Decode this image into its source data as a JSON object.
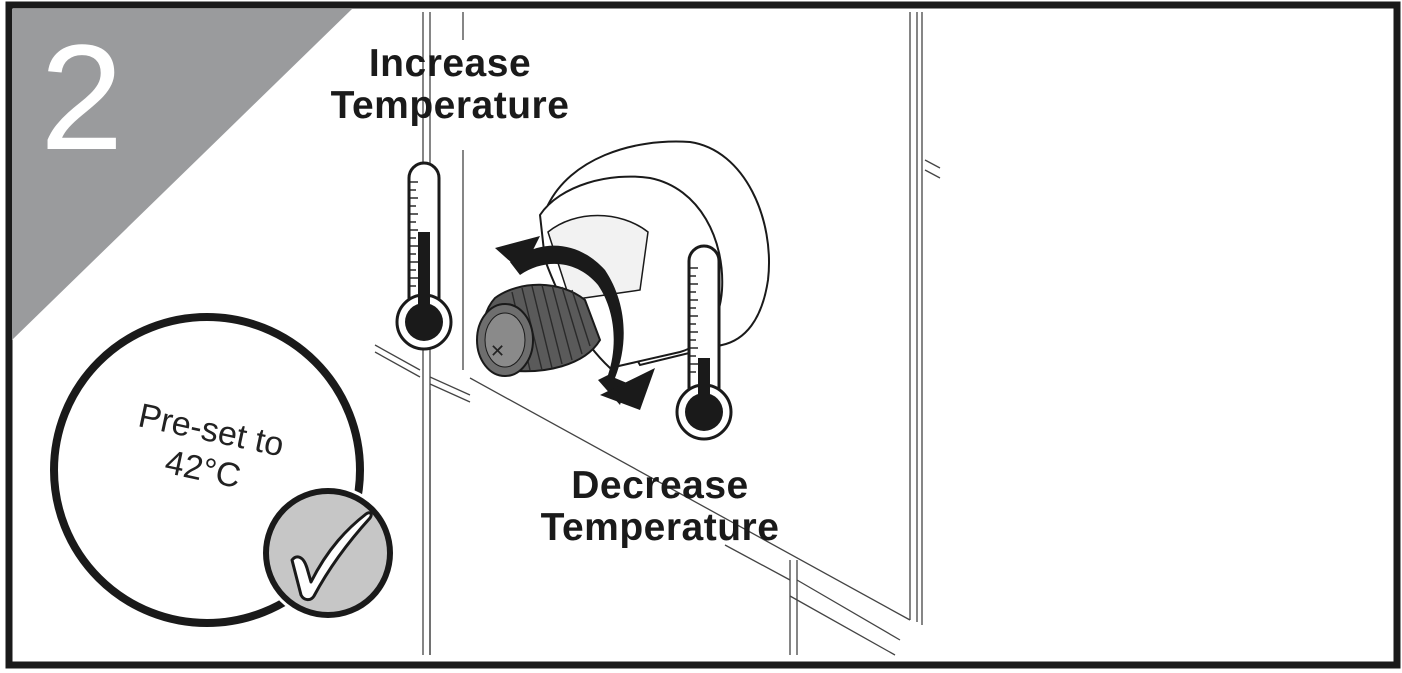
{
  "step": {
    "number": "2"
  },
  "labels": {
    "increase_line1": "Increase",
    "increase_line2": "Temperature",
    "decrease_line1": "Decrease",
    "decrease_line2": "Temperature"
  },
  "preset": {
    "line1": "Pre-set to",
    "line2": "42°C"
  },
  "icons": {
    "hot_thermometer": "thermometer-high-icon",
    "cold_thermometer": "thermometer-low-icon",
    "check": "checkmark-icon",
    "rotation": "rotate-arrow-icon",
    "knob": "temperature-knob-icon"
  },
  "colors": {
    "banner": "#9a9b9d",
    "ink": "#1a1a1a",
    "check_circle": "#c6c6c6"
  }
}
